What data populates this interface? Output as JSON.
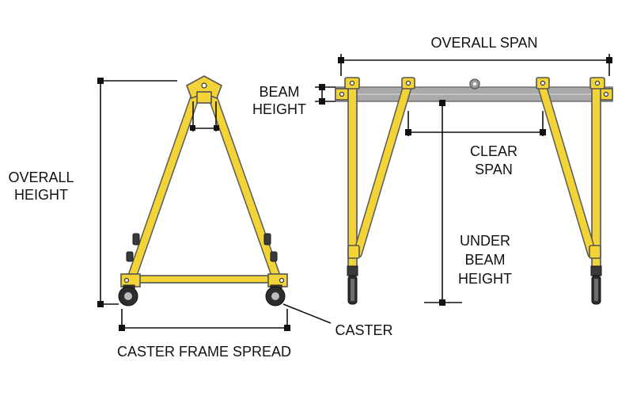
{
  "labels": {
    "overall_span": "OVERALL SPAN",
    "beam_height_1": "BEAM",
    "beam_height_2": "HEIGHT",
    "overall_height_1": "OVERALL",
    "overall_height_2": "HEIGHT",
    "clear_span_1": "CLEAR",
    "clear_span_2": "SPAN",
    "under_beam_1": "UNDER",
    "under_beam_2": "BEAM",
    "under_beam_3": "HEIGHT",
    "caster": "CASTER",
    "caster_frame_spread": "CASTER FRAME SPREAD"
  },
  "colors": {
    "frame": "#f2d437",
    "outline": "#555555",
    "beam": "#a9a9a9",
    "caster": "#3a3a3a",
    "dimension": "#111111"
  }
}
